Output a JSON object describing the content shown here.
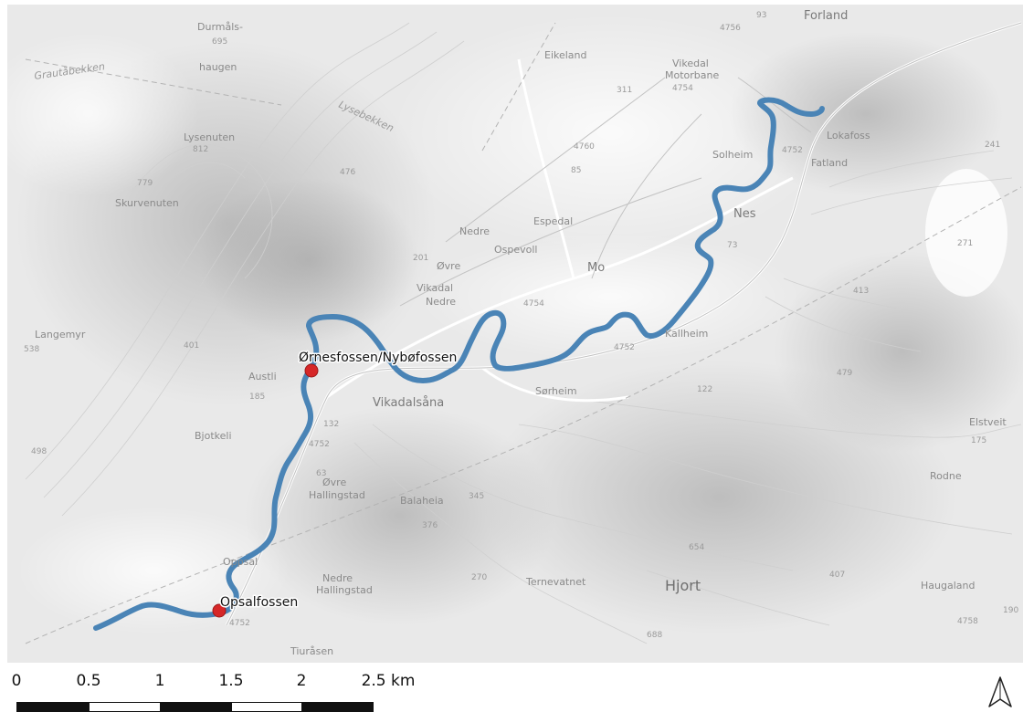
{
  "map": {
    "labels": {
      "durmals": "Durmåls-",
      "haugen": "haugen",
      "grautabekken": "Grautåbekken",
      "lysebekken": "Lysebekken",
      "lysenuten": "Lysenuten",
      "skurvenuten": "Skurvenuten",
      "langemyr": "Langemyr",
      "eikeland": "Eikeland",
      "forland": "Forland",
      "vikedal_motorbane_1": "Vikedal",
      "vikedal_motorbane_2": "Motorbane",
      "lokafoss": "Lokafoss",
      "fatland": "Fatland",
      "solheim": "Solheim",
      "nes": "Nes",
      "nedre": "Nedre",
      "espedal": "Espedal",
      "ospevoll": "Ospevoll",
      "mo": "Mo",
      "ovre": "Øvre",
      "vikadal": "Vikadal",
      "nedre2": "Nedre",
      "kallheim": "Kallheim",
      "sorheim": "Sørheim",
      "vikadalsana": "Vikadalsåna",
      "austli": "Austli",
      "bjotkeli": "Bjotkeli",
      "balaheia": "Balaheia",
      "ovre_hallingstad_1": "Øvre",
      "ovre_hallingstad_2": "Hallingstad",
      "nedre_hallingstad_1": "Nedre",
      "nedre_hallingstad_2": "Hallingstad",
      "oppsal": "Oppsal",
      "ternevatnet": "Ternevatnet",
      "hjort": "Hjort",
      "haugaland": "Haugaland",
      "rodne": "Rodne",
      "elstveit": "Elstveit",
      "tiurasen": "Tiuråsen"
    },
    "elevations": {
      "e695": "695",
      "e812": "812",
      "e779": "779",
      "e538": "538",
      "e498": "498",
      "e401": "401",
      "e476": "476",
      "e311": "311",
      "e85": "85",
      "e73": "73",
      "e201": "201",
      "e185": "185",
      "e132": "132",
      "e63": "63",
      "e345": "345",
      "e376": "376",
      "e654": "654",
      "e270": "270",
      "e688": "688",
      "e407": "407",
      "e413": "413",
      "e479": "479",
      "e122": "122",
      "e271": "271",
      "e175": "175",
      "e190": "190",
      "e241": "241",
      "e93": "93"
    },
    "roads": {
      "r4756": "4756",
      "r4754": "4754",
      "r4760": "4760",
      "r4752a": "4752",
      "r4752b": "4752",
      "r4752c": "4752",
      "r4752d": "4752",
      "r4758": "4758",
      "r4754b": "4754"
    },
    "points_of_interest": [
      {
        "name": "Ørnesfossen/Nybøfossen",
        "type": "waterfall"
      },
      {
        "name": "Opsalfossen",
        "type": "waterfall"
      }
    ],
    "colors": {
      "river": "#4a84b6",
      "poi_marker": "#d62728",
      "background": "#e9e9e9"
    }
  },
  "scalebar": {
    "ticks": [
      "0",
      "0.5",
      "1",
      "1.5",
      "2",
      "2.5 km"
    ]
  },
  "north_arrow": {
    "icon": "north-arrow-icon"
  }
}
